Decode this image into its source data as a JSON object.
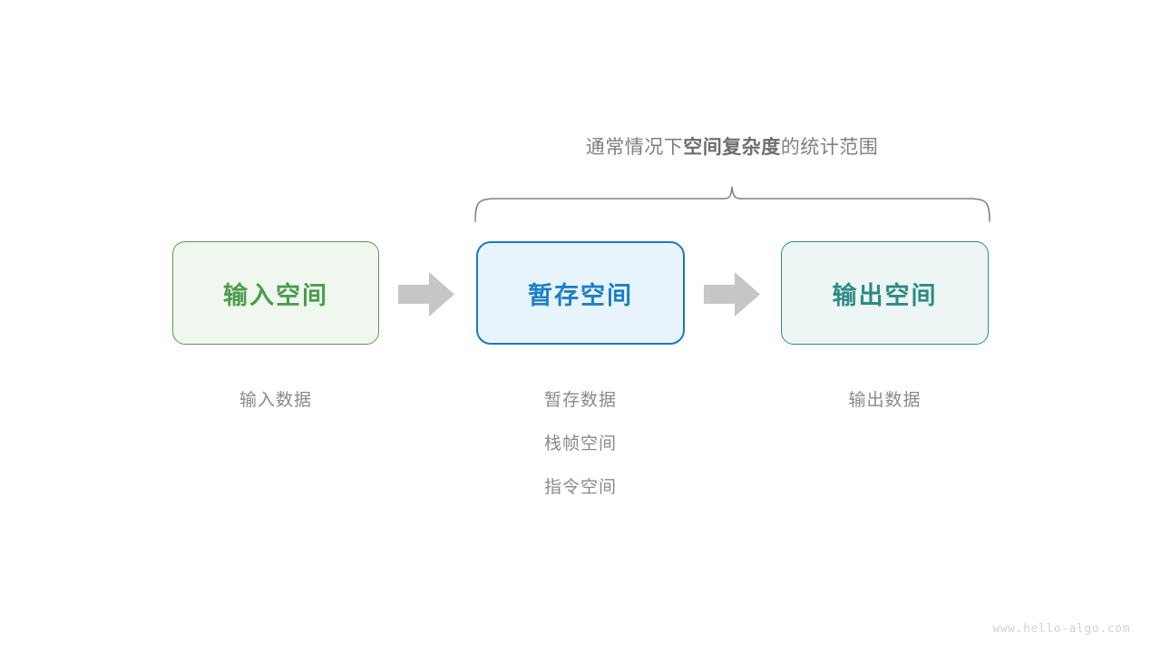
{
  "diagram": {
    "scope_label": {
      "prefix": "通常情况下",
      "emphasis": "空间复杂度",
      "suffix": "的统计范围"
    },
    "brace": {
      "name": "curly-brace",
      "color": "#808080",
      "spans_boxes": [
        "暂存空间",
        "输出空间"
      ]
    },
    "boxes": [
      {
        "id": "input-space",
        "title": "输入空间",
        "fill": "#eff7ef",
        "border": "#5b9a55",
        "text_color": "#4d9b4d",
        "captions": [
          "输入数据"
        ]
      },
      {
        "id": "temp-space",
        "title": "暂存空间",
        "fill": "#e8f4fc",
        "border": "#1a7bc0",
        "text_color": "#1d7fc5",
        "captions": [
          "暂存数据",
          "栈帧空间",
          "指令空间"
        ]
      },
      {
        "id": "output-space",
        "title": "输出空间",
        "fill": "#edf6f5",
        "border": "#2e8b85",
        "text_color": "#2e8b85",
        "captions": [
          "输出数据"
        ]
      }
    ],
    "arrows": [
      {
        "id": "arrow-input-to-temp",
        "icon": "right-arrow-icon",
        "color": "#c6c6c6"
      },
      {
        "id": "arrow-temp-to-output",
        "icon": "right-arrow-icon",
        "color": "#c6c6c6"
      }
    ],
    "watermark": "www.hello-algo.com"
  }
}
